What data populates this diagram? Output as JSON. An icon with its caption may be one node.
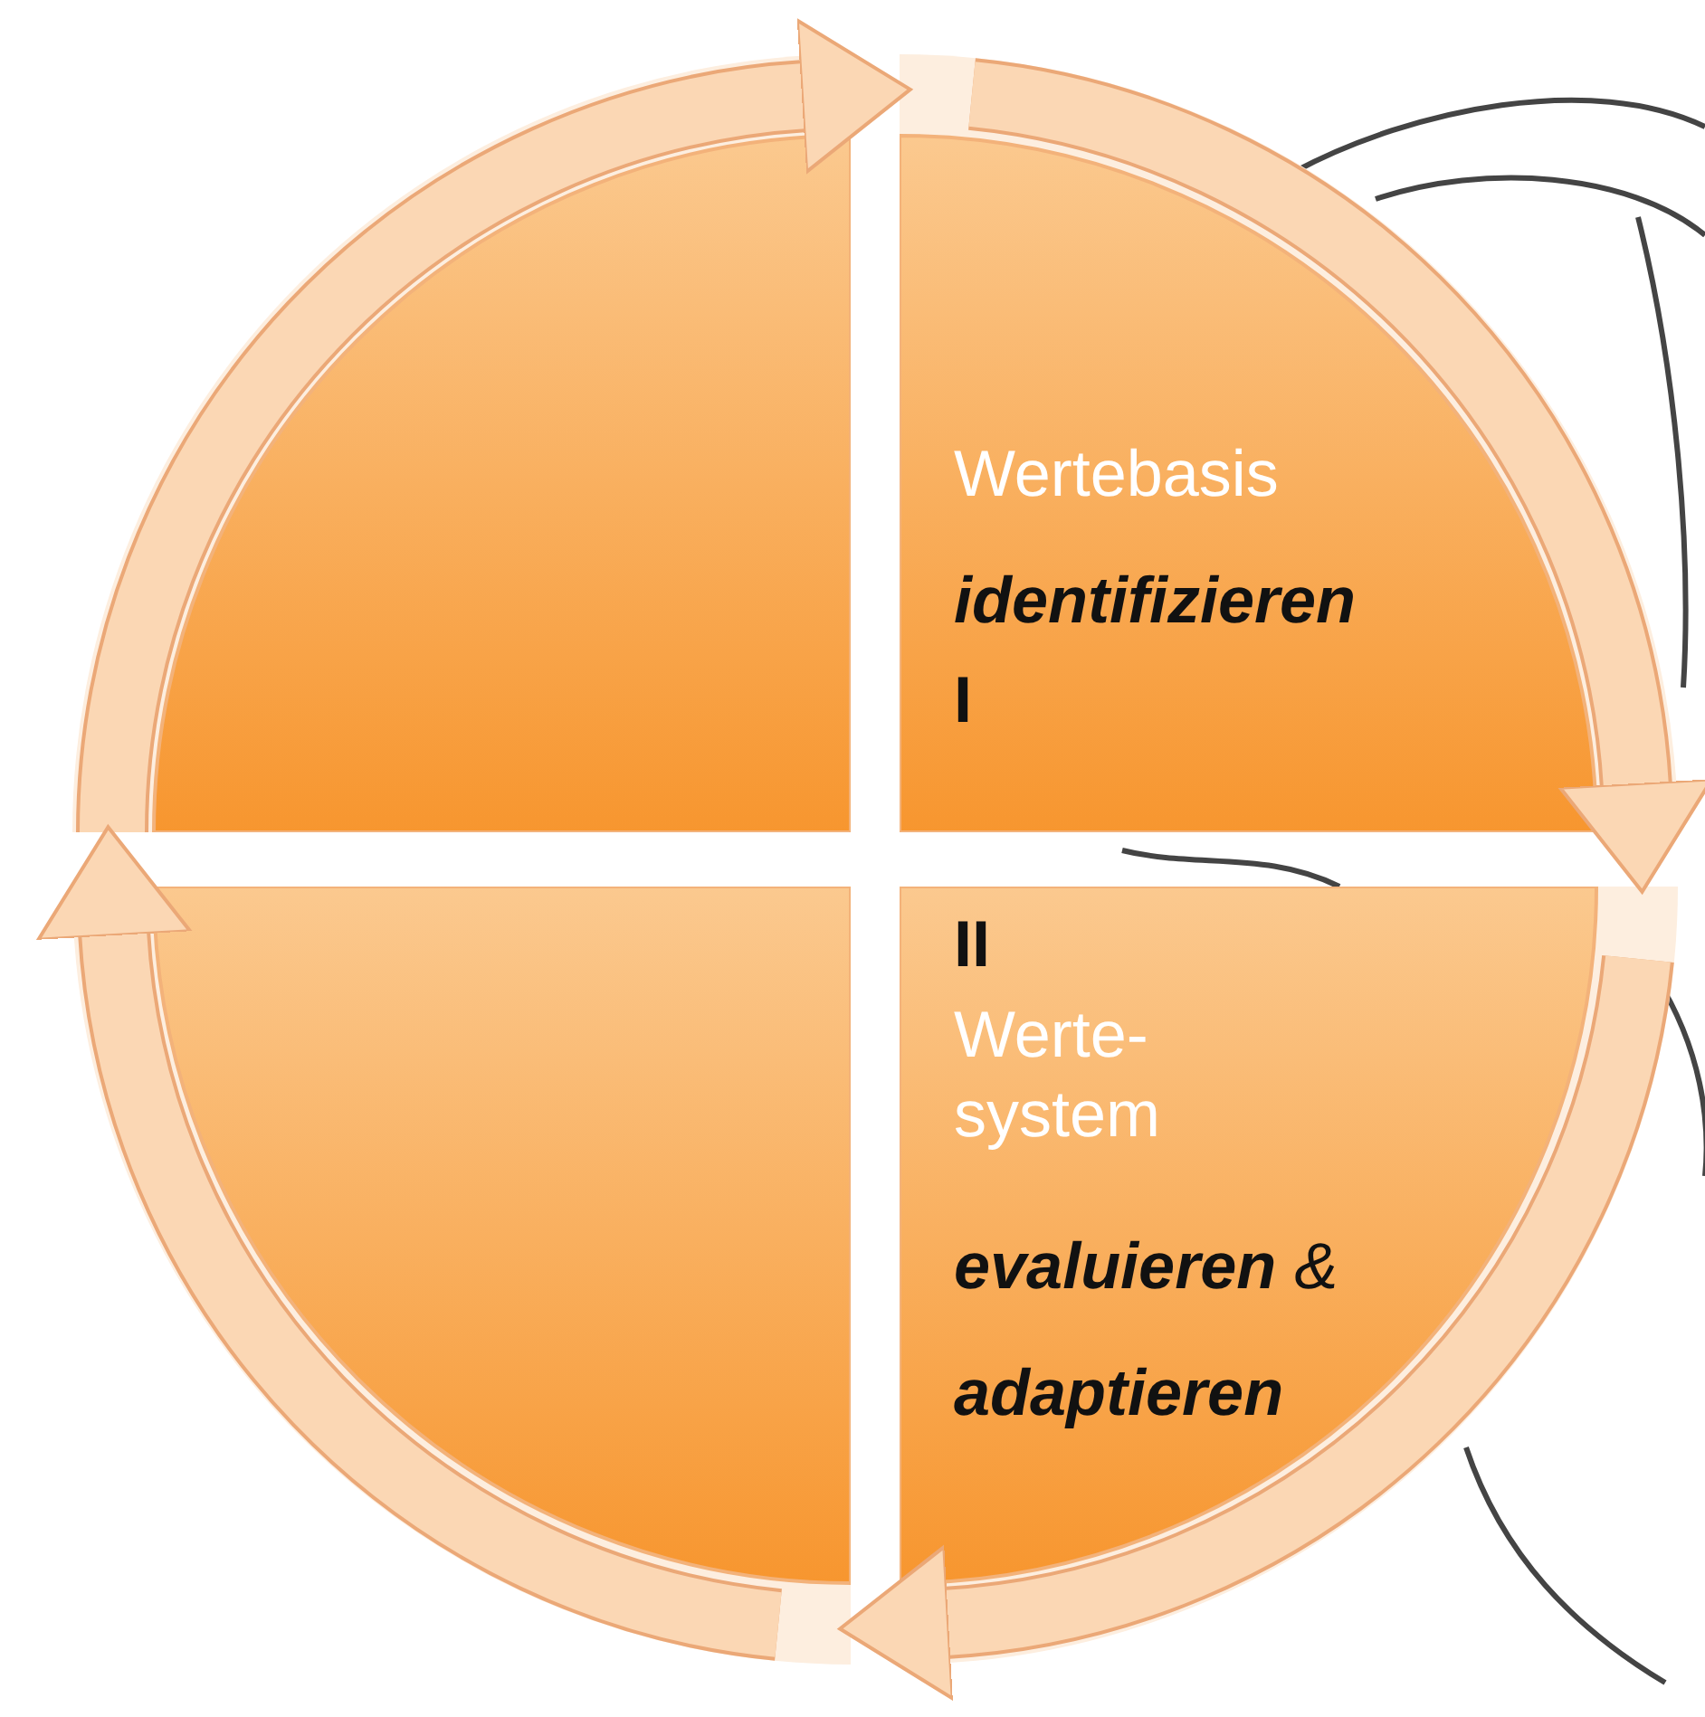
{
  "diagram": {
    "nodes": [
      {
        "text": [],
        "shape": "quarter-circle"
      },
      {
        "text": [
          "Wertebasis",
          "identifizieren",
          "I"
        ]
      },
      {
        "text": [],
        "shape": "quarter-circle"
      },
      {
        "text": [
          "II",
          "Werte- system",
          "**evaluieren** & **adaptieren**"
        ]
      }
    ],
    "edges": [
      {
        "from": 0,
        "to": 1,
        "arrow": "to"
      },
      {
        "from": 1,
        "to": 3,
        "arrow": "to"
      },
      {
        "from": 3,
        "to": 2,
        "arrow": "to"
      },
      {
        "from": 2,
        "to": 0,
        "arrow": "to"
      }
    ]
  }
}
